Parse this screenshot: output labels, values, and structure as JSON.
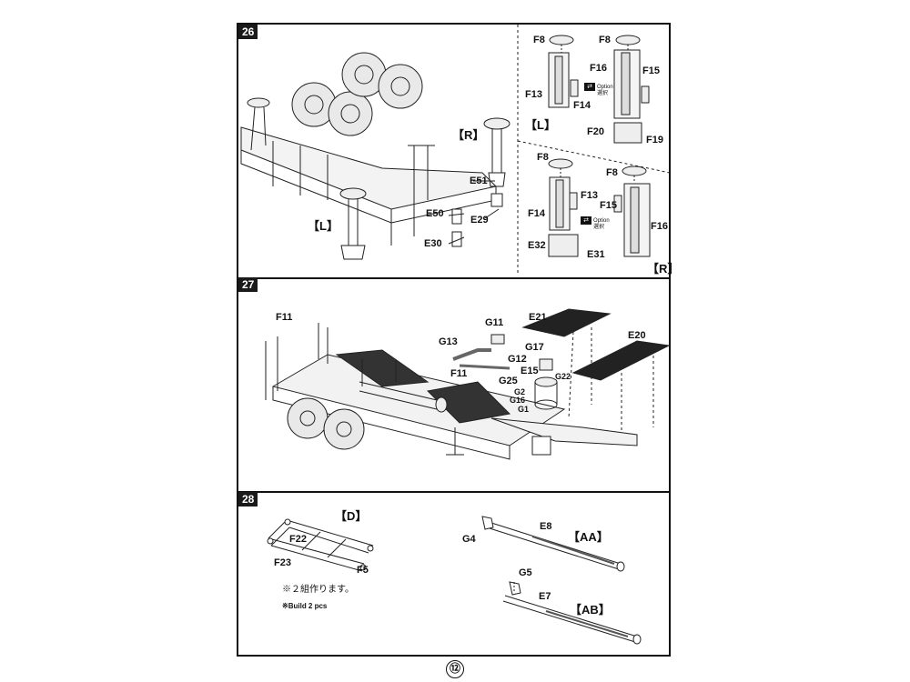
{
  "page": {
    "number": "⑫"
  },
  "steps": {
    "s26": {
      "number": "26",
      "left_side": {
        "L": "【L】",
        "R": "【R】",
        "parts": [
          "E51",
          "E50",
          "E29",
          "E30"
        ]
      },
      "option_L": {
        "bracket": "【L】",
        "parts": [
          "F8",
          "F8",
          "F16",
          "F15",
          "F13",
          "F14",
          "F20",
          "F19"
        ],
        "option_en": "Option",
        "option_jp": "選択"
      },
      "option_R": {
        "bracket": "【R】",
        "parts": [
          "F8",
          "F8",
          "F13",
          "F15",
          "F14",
          "F16",
          "E32",
          "E31"
        ],
        "option_en": "Option",
        "option_jp": "選択"
      }
    },
    "s27": {
      "number": "27",
      "parts": [
        "F11",
        "G11",
        "E21",
        "G13",
        "G17",
        "E20",
        "G12",
        "E15",
        "F11",
        "G25",
        "G22",
        "G2",
        "G16",
        "G1"
      ]
    },
    "s28": {
      "number": "28",
      "D": {
        "bracket": "【D】",
        "parts": [
          "F22",
          "F23",
          "F5"
        ],
        "note_jp": "※２組作ります。",
        "note_en": "※Build 2 pcs"
      },
      "AA": {
        "bracket": "【AA】",
        "parts": [
          "G4",
          "E8"
        ]
      },
      "AB": {
        "bracket": "【AB】",
        "parts": [
          "G5",
          "E7"
        ]
      }
    }
  }
}
